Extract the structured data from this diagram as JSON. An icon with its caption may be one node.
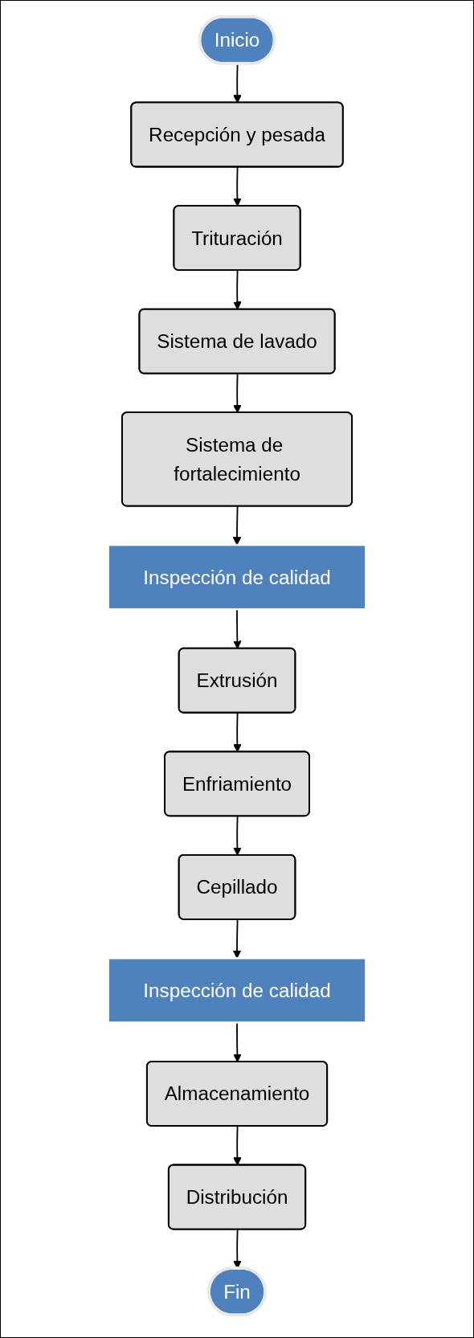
{
  "diagram": {
    "nodes": [
      {
        "text": [
          "Inicio"
        ]
      },
      {
        "text": [
          "Recepción y pesada"
        ]
      },
      {
        "text": [
          "Trituración"
        ]
      },
      {
        "text": [
          "Sistema de lavado"
        ]
      },
      {
        "text": [
          "Sistema de fortalecimiento"
        ]
      },
      {
        "text": [
          "Inspección de calidad"
        ]
      },
      {
        "text": [
          "Extrusión"
        ]
      },
      {
        "text": [
          "Enfriamiento"
        ]
      },
      {
        "text": [
          "Cepillado"
        ]
      },
      {
        "text": [
          "Inspección de calidad"
        ]
      },
      {
        "text": [
          "Almacenamiento"
        ]
      },
      {
        "text": [
          "Distribución"
        ]
      },
      {
        "text": [
          "Fin"
        ]
      }
    ],
    "edges": [
      {
        "from": 0,
        "to": 1,
        "arrow": "to"
      },
      {
        "from": 1,
        "to": 2,
        "arrow": "to"
      },
      {
        "from": 2,
        "to": 3,
        "arrow": "to"
      },
      {
        "from": 3,
        "to": 4,
        "arrow": "to"
      },
      {
        "from": 4,
        "to": 5,
        "arrow": "to"
      },
      {
        "from": 5,
        "to": 6,
        "arrow": "to"
      },
      {
        "from": 6,
        "to": 7,
        "arrow": "to"
      },
      {
        "from": 7,
        "to": 8,
        "arrow": "to"
      },
      {
        "from": 8,
        "to": 9,
        "arrow": "to"
      },
      {
        "from": 9,
        "to": 10,
        "arrow": "to"
      },
      {
        "from": 10,
        "to": 11,
        "arrow": "to"
      },
      {
        "from": 11,
        "to": 12,
        "arrow": "to"
      }
    ]
  }
}
